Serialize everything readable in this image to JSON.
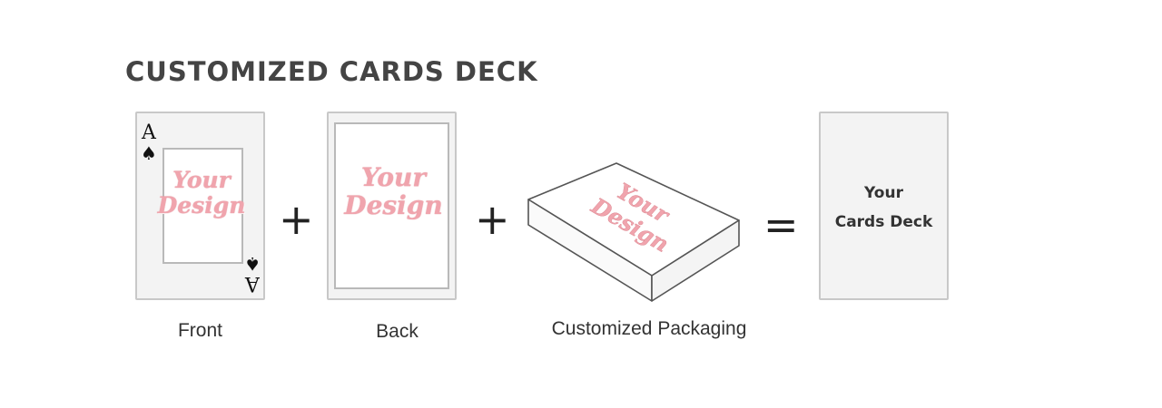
{
  "title": "CUSTOMIZED CARDS DECK",
  "design_placeholder": {
    "line1": "Your",
    "line2": "Design",
    "color": "#f0a4ad"
  },
  "front_card": {
    "rank": "A",
    "suit_icon": "spade-icon",
    "suit_glyph": "♠",
    "caption": "Front"
  },
  "back_card": {
    "caption": "Back"
  },
  "packaging": {
    "caption": "Customized Packaging"
  },
  "result_card": {
    "line1": "Your",
    "line2": "Cards Deck"
  },
  "operators": {
    "plus": "+",
    "equals": "="
  }
}
